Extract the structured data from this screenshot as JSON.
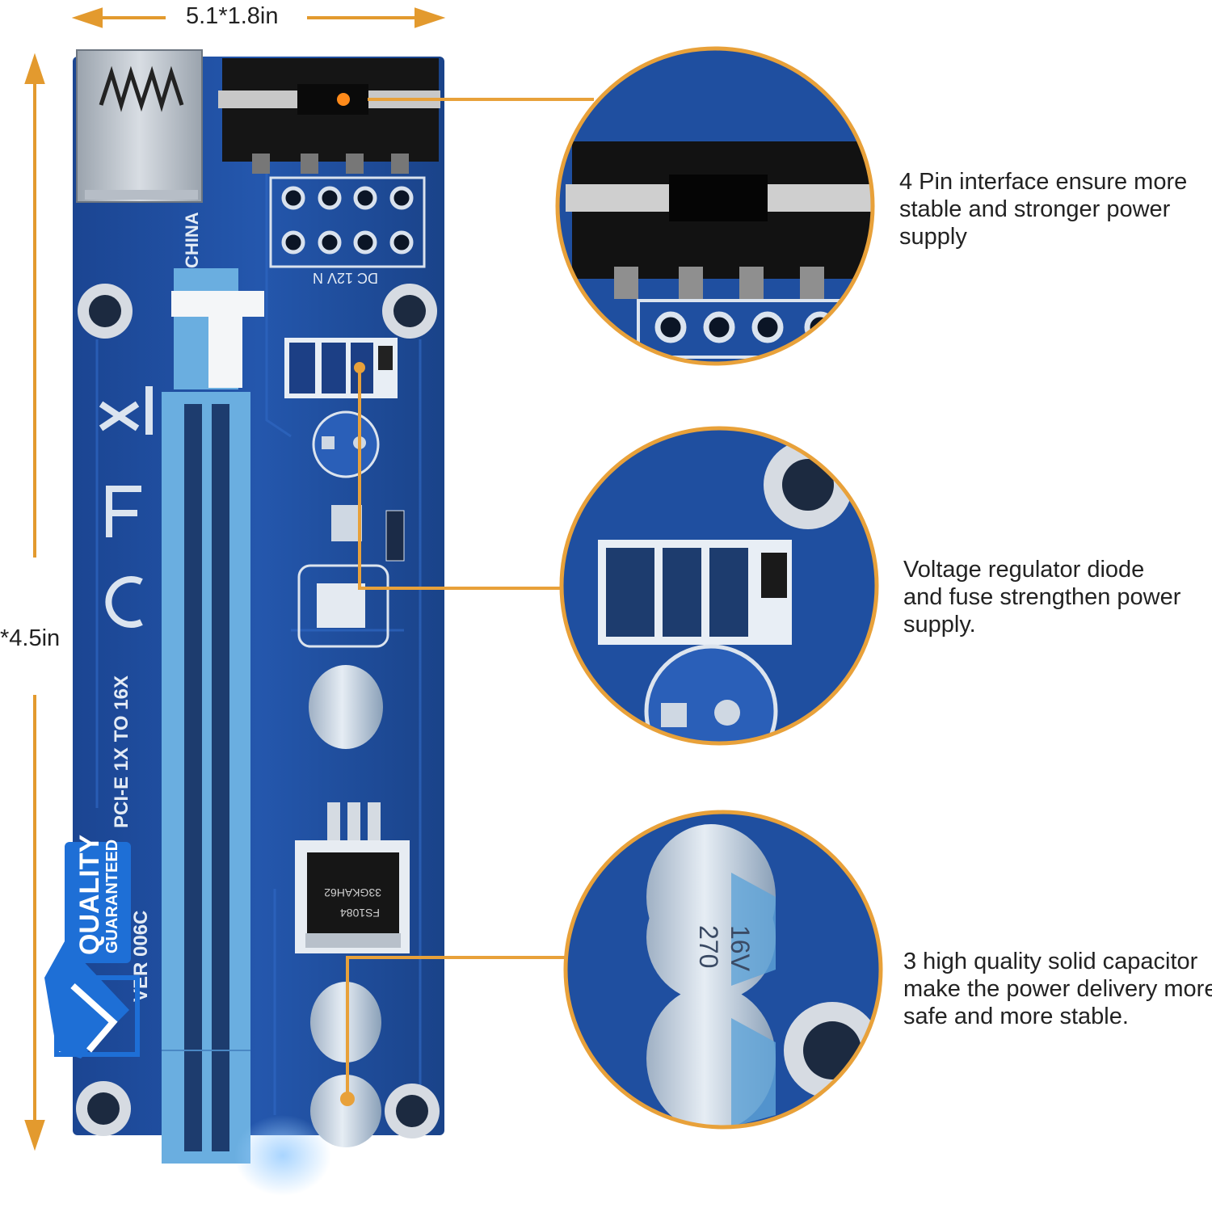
{
  "dimensions": {
    "width_label": "5.1*1.8in",
    "height_label": "*4.5in"
  },
  "board": {
    "silkscreen_main": "PCI-E 1X TO 16X",
    "silkscreen_ver": "VER 006C",
    "silkscreen_dc": "DC 12V N",
    "silkscreen_china": "CHINA",
    "chip_line1": "FS1084",
    "chip_line2": "33GKAH62",
    "cap_top": "16V",
    "cap_mid": "270"
  },
  "callouts": [
    {
      "lines": [
        "4 Pin interface ensure more",
        "stable and stronger power",
        "supply"
      ]
    },
    {
      "lines": [
        "Voltage regulator diode",
        "and fuse strengthen power",
        "supply."
      ]
    },
    {
      "lines": [
        "3 high quality solid capacitor",
        "make the power delivery more",
        "safe and more stable."
      ]
    }
  ],
  "badge": {
    "line1": "QUALITY",
    "line2": "GUARANTEED"
  },
  "colors": {
    "pcb_blue": "#1f4fa0",
    "slot_blue": "#6aaee0",
    "accent_orange": "#e8a13a",
    "badge_blue": "#1e6fd6"
  }
}
